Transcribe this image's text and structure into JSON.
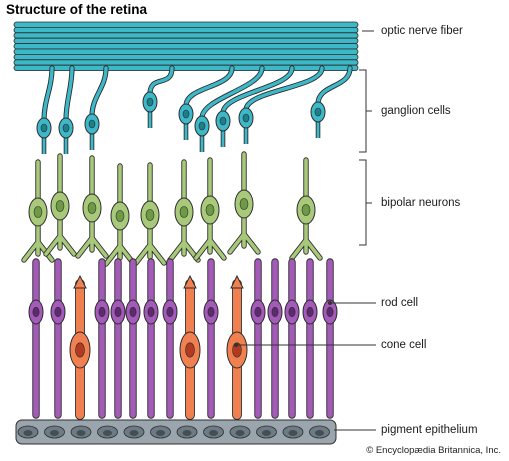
{
  "title": "Structure of the retina",
  "labels": {
    "optic_nerve_fiber": "optic nerve fiber",
    "ganglion_cells": "ganglion cells",
    "bipolar_neurons": "bipolar neurons",
    "rod_cell": "rod cell",
    "cone_cell": "cone cell",
    "pigment_epithelium": "pigment epithelium"
  },
  "credit": "© Encyclopædia Britannica, Inc.",
  "colors": {
    "nerve_fiber": "#3cb8c8",
    "ganglion": "#3cb8c8",
    "bipolar": "#a8c97a",
    "rod": "#a35ab8",
    "cone": "#f08050",
    "epithelium": "#9aa5ad",
    "outline": "#2d2d2d"
  }
}
